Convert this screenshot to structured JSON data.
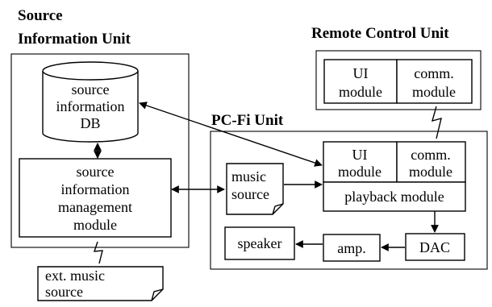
{
  "titles": {
    "source_unit": [
      "Source",
      "Information  Unit"
    ],
    "remote_unit": "Remote  Control  Unit",
    "pcfi_unit": "PC-Fi  Unit"
  },
  "source_unit": {
    "db": [
      "source",
      "information",
      "DB"
    ],
    "management_module": [
      "source",
      "information",
      "management",
      "module"
    ]
  },
  "ext_music_source": [
    "ext.  music",
    "source"
  ],
  "remote_unit": {
    "ui_module": [
      "UI",
      "module"
    ],
    "comm_module": [
      "comm.",
      "module"
    ]
  },
  "pcfi_unit": {
    "music_source": [
      "music",
      "source"
    ],
    "ui_module": [
      "UI",
      "module"
    ],
    "comm_module": [
      "comm.",
      "module"
    ],
    "playback_module": "playback  module",
    "dac": "DAC",
    "amp": "amp.",
    "speaker": "speaker"
  }
}
